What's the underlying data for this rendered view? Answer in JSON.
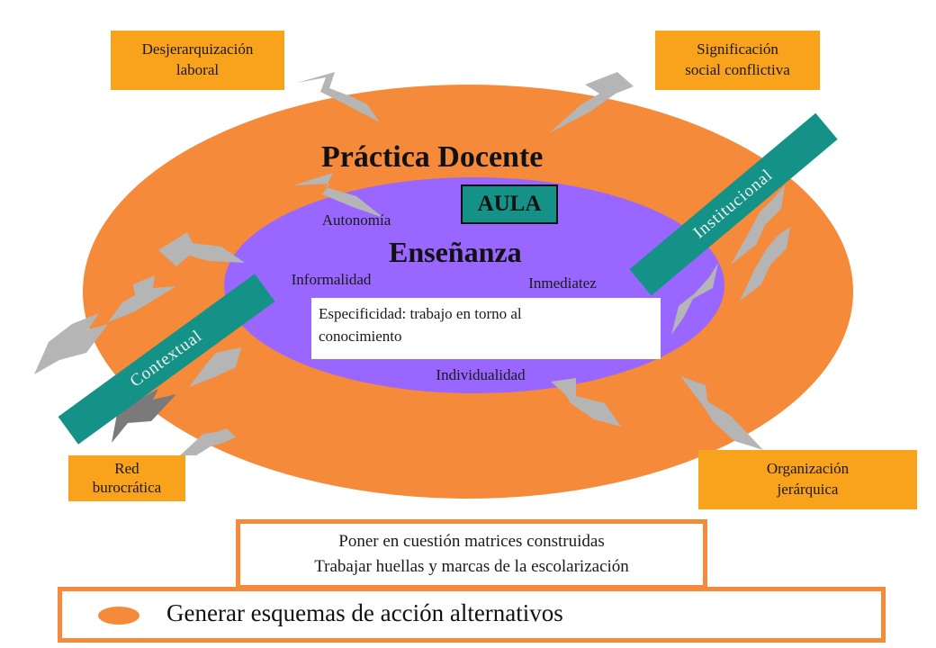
{
  "colors": {
    "outer_ellipse": "#F58A3A",
    "inner_ellipse": "#9966FF",
    "corner_box": "#F9A21B",
    "teal": "#149287",
    "bolt": "#B5B5B5",
    "bolt_dark": "#7A7A7A"
  },
  "diagram": {
    "outer_title": "Práctica Docente",
    "aula": "AULA",
    "inner_title": "Enseñanza",
    "labels": {
      "autonomia": "Autonomía",
      "informalidad": "Informalidad",
      "inmediatez": "Inmediatez",
      "individualidad": "Individualidad"
    },
    "especificidad": {
      "line1": "Especificidad: trabajo en torno al",
      "line2": "conocimiento"
    },
    "institucional": "Institucional",
    "contextual": "Contextual"
  },
  "corners": {
    "top_left": {
      "line1": "Desjerarquización",
      "line2": "laboral"
    },
    "top_right": {
      "line1": "Significación",
      "line2": "social conflictiva"
    },
    "bottom_left": {
      "line1": "Red",
      "line2": "burocrática"
    },
    "bottom_right": {
      "line1": "Organización",
      "line2": "jerárquica"
    }
  },
  "bottom_box": {
    "line1": "Poner en cuestión matrices construidas",
    "line2": "Trabajar huellas y marcas de la escolarización"
  },
  "action": {
    "text": "Generar esquemas de acción alternativos",
    "bullet_icon": "orange-oval-bullet-icon"
  }
}
